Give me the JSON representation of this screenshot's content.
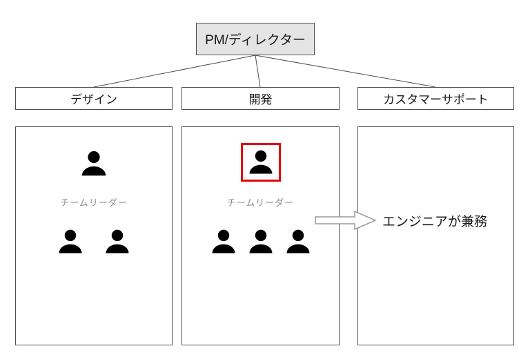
{
  "root_box": {
    "label": "PM/ディレクター"
  },
  "departments": [
    {
      "label": "デザイン"
    },
    {
      "label": "開発"
    },
    {
      "label": "カスタマーサポート"
    }
  ],
  "design_team": {
    "leader_label": "チームリーダー",
    "member_count": 2,
    "leader_highlighted": false
  },
  "dev_team": {
    "leader_label": "チームリーダー",
    "member_count": 3,
    "leader_highlighted": true
  },
  "support_team": {
    "member_count": 0
  },
  "annotation": {
    "label": "エンジニアが兼務"
  },
  "icons": {
    "person": "person-icon",
    "arrow": "right-arrow-icon"
  },
  "colors": {
    "root_bg": "#e4e4e4",
    "border": "#4d4d4d",
    "leader_text": "#8c8c8c",
    "highlight": "#e50000",
    "arrow_stroke": "#9a9a9a",
    "text": "#1a1a1a"
  }
}
